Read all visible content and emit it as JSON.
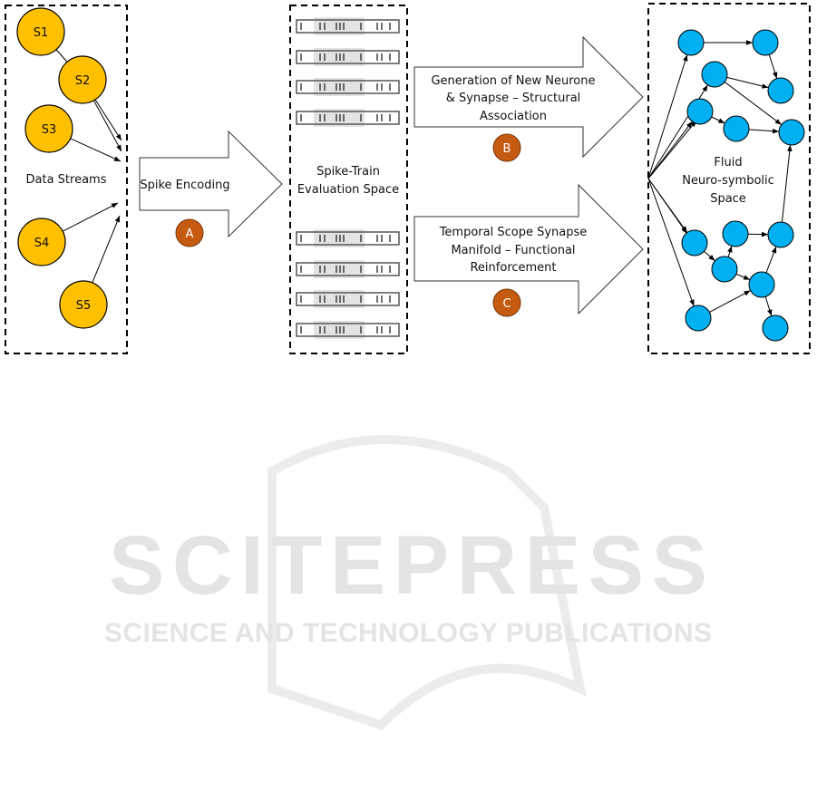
{
  "colors": {
    "stream": "#ffc000",
    "neuron": "#00b0f0",
    "badge": "#c55a11",
    "shade": "#e3e3e3"
  },
  "data_streams": {
    "label": "Data Streams",
    "nodes": [
      "S1",
      "S2",
      "S3",
      "S4",
      "S5"
    ]
  },
  "arrow_a": {
    "label": "Spike Encoding",
    "badge": "A"
  },
  "spike_space": {
    "label_lines": [
      "Spike-Train",
      "Evaluation Space"
    ],
    "train_count_top": 4,
    "train_count_bottom": 4
  },
  "arrow_b": {
    "label_lines": [
      "Generation of New Neurone",
      "& Synapse – Structural",
      "Association"
    ],
    "badge": "B"
  },
  "arrow_c": {
    "label_lines": [
      "Temporal Scope Synapse",
      "Manifold – Functional",
      "Reinforcement"
    ],
    "badge": "C"
  },
  "neuro_space": {
    "label_lines": [
      "Fluid",
      "Neuro-symbolic",
      "Space"
    ],
    "neuron_count": 14
  },
  "watermark": {
    "title": "SCITEPRESS",
    "subtitle": "SCIENCE AND TECHNOLOGY PUBLICATIONS"
  }
}
